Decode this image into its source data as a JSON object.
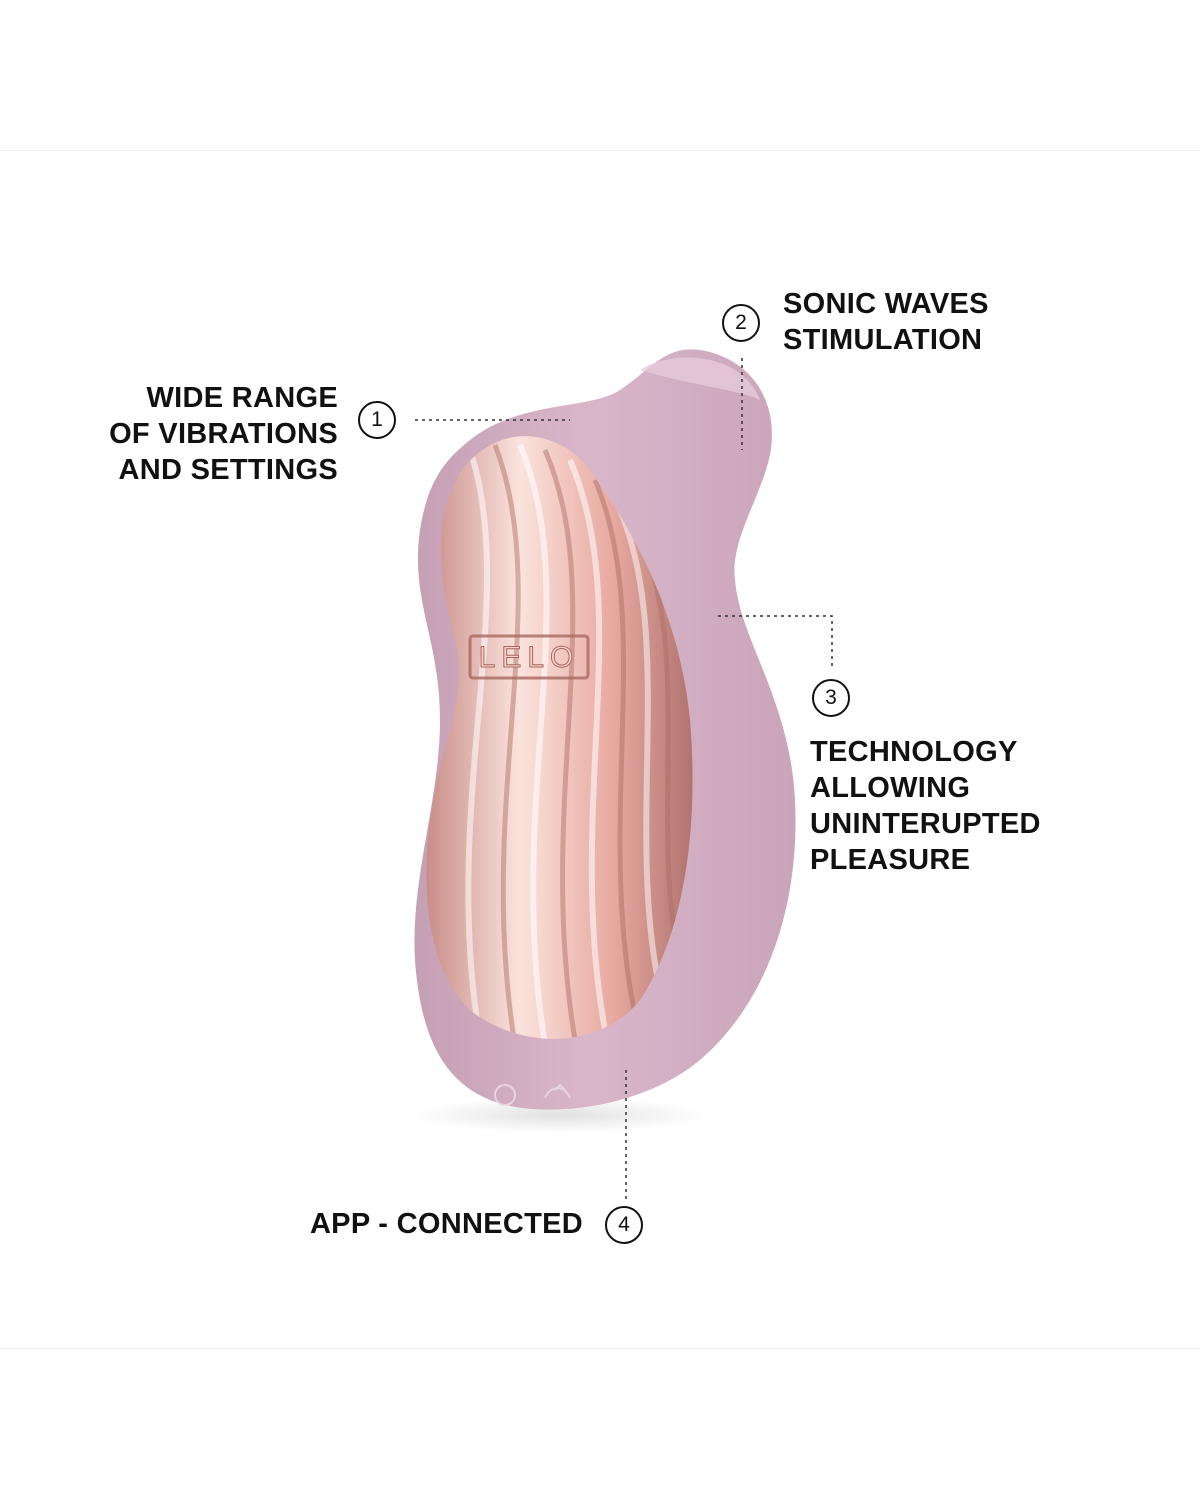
{
  "callouts": [
    {
      "number": "1",
      "lines": [
        "WIDE RANGE",
        "OF VIBRATIONS",
        "AND SETTINGS"
      ]
    },
    {
      "number": "2",
      "lines": [
        "SONIC WAVES",
        "STIMULATION"
      ]
    },
    {
      "number": "3",
      "lines": [
        "TECHNOLOGY",
        "ALLOWING",
        "UNINTERUPTED",
        "PLEASURE"
      ]
    },
    {
      "number": "4",
      "lines": [
        "APP - CONNECTED"
      ]
    }
  ],
  "product": {
    "brand_mark": "LELO",
    "body_color": "#d9b7c9",
    "body_shadow_color": "#c59fb4",
    "plate_color": "#e7a9a0",
    "plate_highlight": "#fbe3dd"
  }
}
